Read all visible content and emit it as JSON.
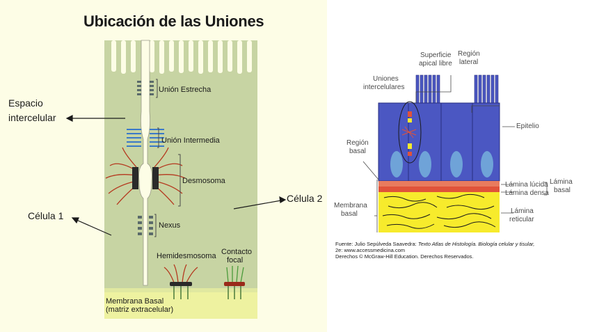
{
  "left": {
    "title": "Ubicación de las Uniones",
    "junctions": {
      "tight": "Unión Estrecha",
      "intermediate": "Unión Intermedia",
      "desmosome": "Desmosoma",
      "nexus": "Nexus",
      "hemidesmosome": "Hemidesmosoma",
      "focal_line1": "Contacto",
      "focal_line2": "focal"
    },
    "space_line1": "Espacio",
    "space_line2": "intercelular",
    "cell1": "Célula  1",
    "cell2": "Célula 2",
    "basal_line1": "Membrana Basal",
    "basal_line2": "(matriz extracelular)",
    "colors": {
      "cytoplasm": "#c7d4a3",
      "matrix": "#eef2a0",
      "filament": "#b5391f",
      "integrin": "#4a7a3a"
    }
  },
  "right": {
    "surface_line1": "Superficie",
    "surface_line2": "apical libre",
    "lateral_line1": "Región",
    "lateral_line2": "lateral",
    "junctions_line1": "Uniones",
    "junctions_line2": "intercelulares",
    "epithelium": "Epitelio",
    "basal_region_line1": "Región",
    "basal_region_line2": "basal",
    "lamina_lucida": "Lámina lúcida",
    "lamina_densa": "Lámina densa",
    "lamina_basal_line1": "Lámina",
    "lamina_basal_line2": "basal",
    "membrane_line1": "Membrana",
    "membrane_line2": "basal",
    "reticular_line1": "Lámina",
    "reticular_line2": "reticular",
    "colors": {
      "cell": "#4b57c2",
      "nucleus": "#6fa3d8",
      "lamina": "#e0533a",
      "reticular": "#f7eb2c"
    }
  },
  "source": {
    "line1_prefix": "Fuente: Julio Sepúlveda Saavedra: ",
    "line1_title": "Texto Atlas de Histología. Biología celular y tisular,",
    "line2": "2e: www.accessmedicina.com",
    "line3": "Derechos © McGraw-Hill Education. Derechos Reservados."
  }
}
